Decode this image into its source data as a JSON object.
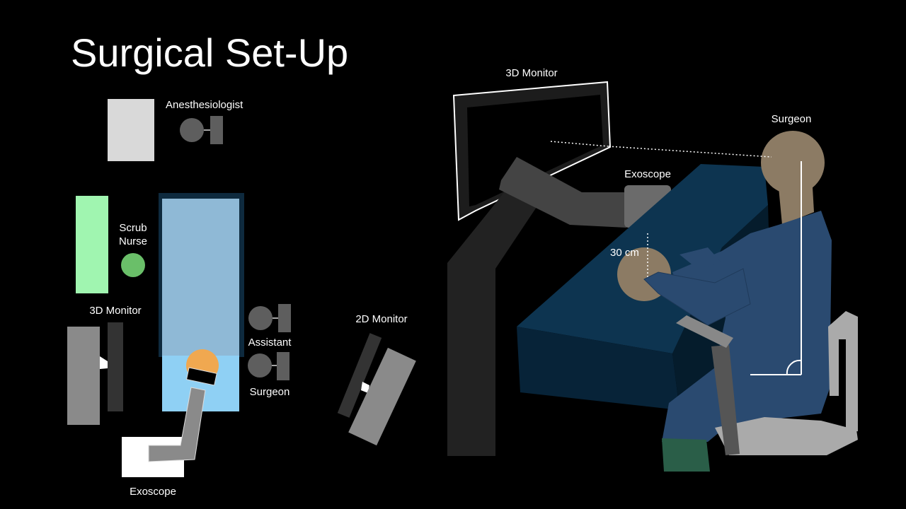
{
  "title": "Surgical Set-Up",
  "floor_plan": {
    "anesthesiologist": "Anesthesiologist",
    "scrub_nurse_line1": "Scrub",
    "scrub_nurse_line2": "Nurse",
    "monitor_3d": "3D Monitor",
    "assistant": "Assistant",
    "surgeon": "Surgeon",
    "exoscope": "Exoscope",
    "monitor_2d": "2D Monitor"
  },
  "side_view": {
    "monitor_3d": "3D Monitor",
    "surgeon": "Surgeon",
    "exoscope": "Exoscope",
    "distance": "30 cm"
  },
  "colors": {
    "background": "#000000",
    "skin": "#8c7b64",
    "scrubs": "#2a4a70",
    "table": "#0d3450",
    "bed": "#8fb9d6",
    "nurse_table": "#a0f5b0"
  }
}
